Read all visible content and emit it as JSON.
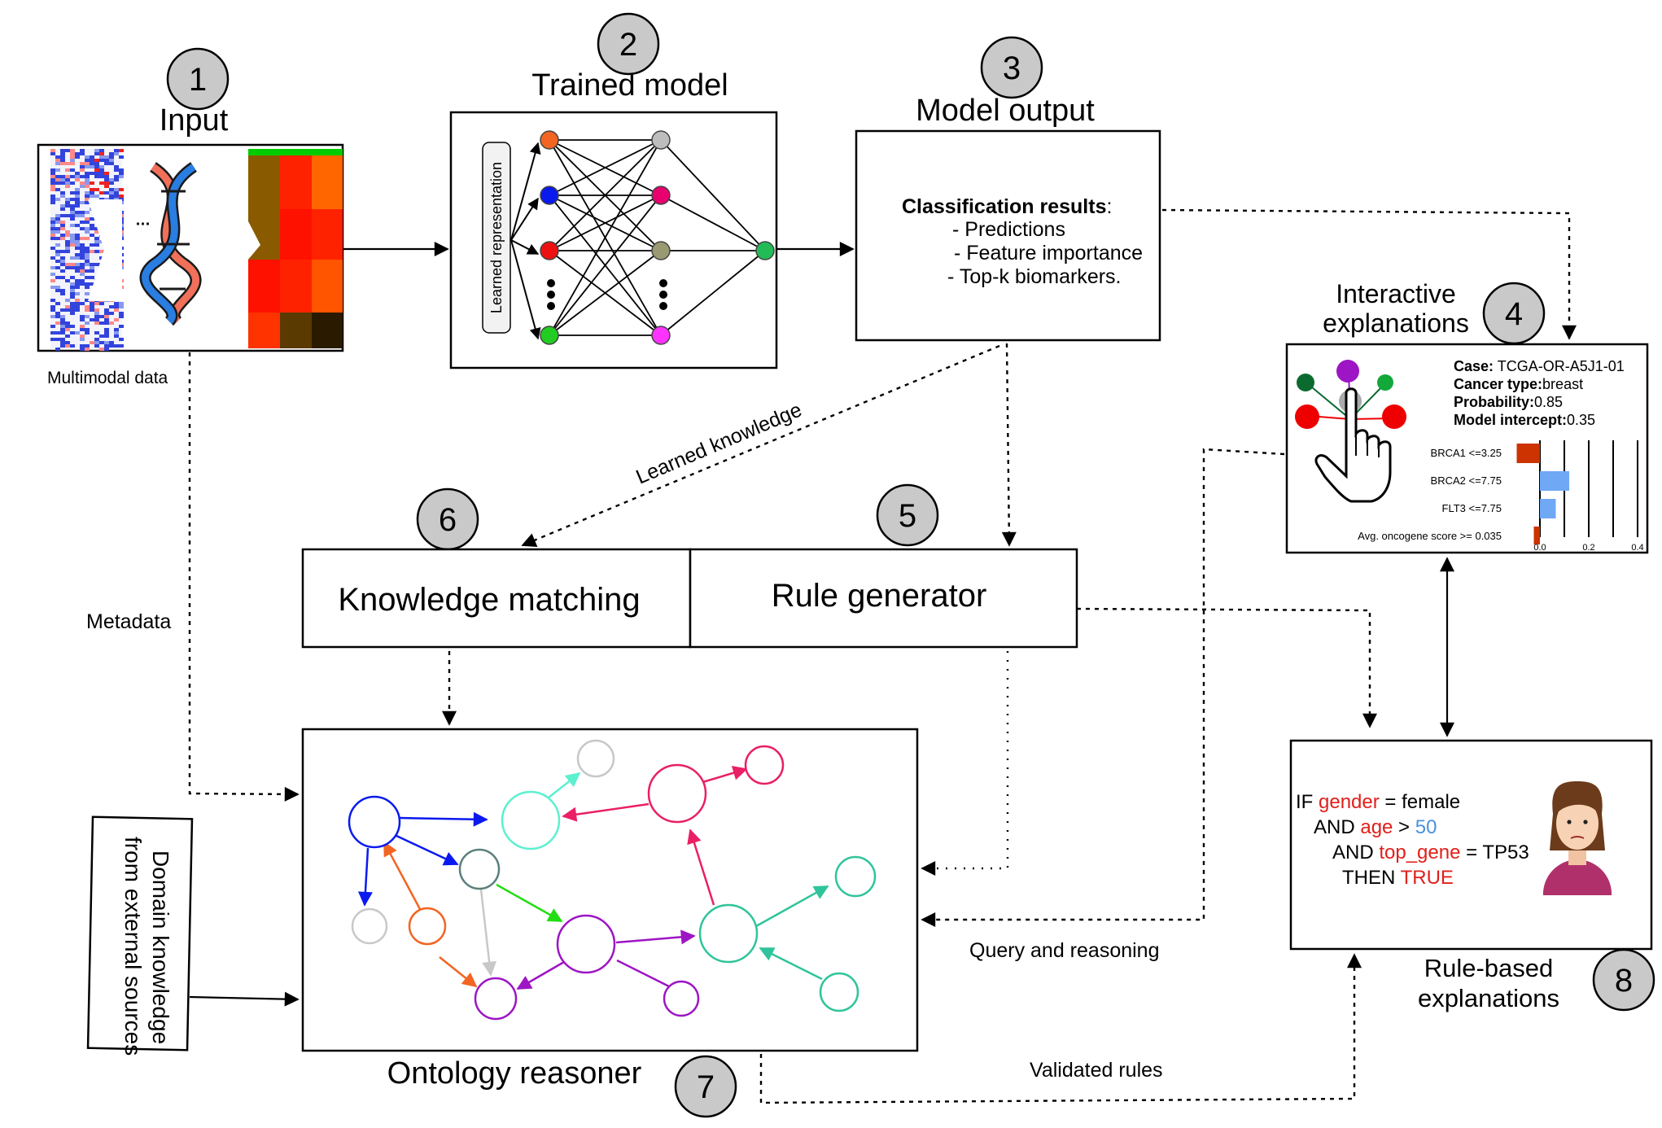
{
  "steps": {
    "s1": {
      "number": "1",
      "title": "Input",
      "caption": "Multimodal data"
    },
    "s2": {
      "number": "2",
      "title": "Trained model",
      "side_label": "Learned representation"
    },
    "s3": {
      "number": "3",
      "title": "Model output",
      "heading": "Classification results",
      "heading_suffix": ":",
      "items": [
        "- Predictions",
        "- Feature importance",
        "- Top-k biomarkers."
      ]
    },
    "s4": {
      "number": "4",
      "title_line1": "Interactive",
      "title_line2": "explanations"
    },
    "s5": {
      "number": "5",
      "title": "Rule generator"
    },
    "s6": {
      "number": "6",
      "title": "Knowledge matching"
    },
    "s7": {
      "number": "7",
      "title": "Ontology reasoner"
    },
    "s8": {
      "number": "8",
      "title_line1": "Rule-based",
      "title_line2": "explanations"
    }
  },
  "labels": {
    "learned_knowledge": "Learned knowledge",
    "metadata": "Metadata",
    "query_reasoning": "Query and reasoning",
    "validated_rules": "Validated rules",
    "domain_line1": "Domain knowledge",
    "domain_line2": "from external sources"
  },
  "case_info": {
    "case_label": "Case:",
    "case_value": " TCGA-OR-A5J1-01",
    "cancer_label": "Cancer type:",
    "cancer_value": "breast",
    "prob_label": "Probability:",
    "prob_value": "0.85",
    "intercept_label": "Model intercept:",
    "intercept_value": "0.35"
  },
  "explanation_chart": {
    "bars": [
      {
        "label": "BRCA1 <=3.25",
        "value": -0.095,
        "color": "#cc3300"
      },
      {
        "label": "BRCA2 <=7.75",
        "value": 0.12,
        "color": "#6fa8f5"
      },
      {
        "label": "FLT3 <=7.75",
        "value": 0.065,
        "color": "#6fa8f5"
      },
      {
        "label": "Avg. oncogene score >= 0.035",
        "value": -0.025,
        "color": "#cc3300"
      }
    ],
    "ticks": [
      "0.0",
      "0.2",
      "0.4"
    ],
    "xlim": [
      -0.12,
      0.42
    ]
  },
  "rule": {
    "l1_a": "IF ",
    "l1_b": "gender",
    "l1_c": " = female",
    "l2_a": "AND ",
    "l2_b": "age",
    "l2_c": " > ",
    "l2_d": "50",
    "l3_a": "AND ",
    "l3_b": "top_gene",
    "l3_c": " = TP53",
    "l4_a": "THEN ",
    "l4_b": "TRUE"
  },
  "colors": {
    "number_badge": "#c9c9c9",
    "rule_keyword": "#e0201b",
    "rule_number": "#4a90e2",
    "nn_node_orange": "#f26522",
    "nn_node_blue": "#0a1aef",
    "nn_node_red": "#ee1111",
    "nn_node_green": "#22cc22",
    "nn_node_gray": "#bdbdbd",
    "nn_node_pink": "#e8006f",
    "nn_node_olive": "#9a9a72",
    "nn_node_out": "#22bb55",
    "nn_node_magenta": "#ff33ff"
  }
}
